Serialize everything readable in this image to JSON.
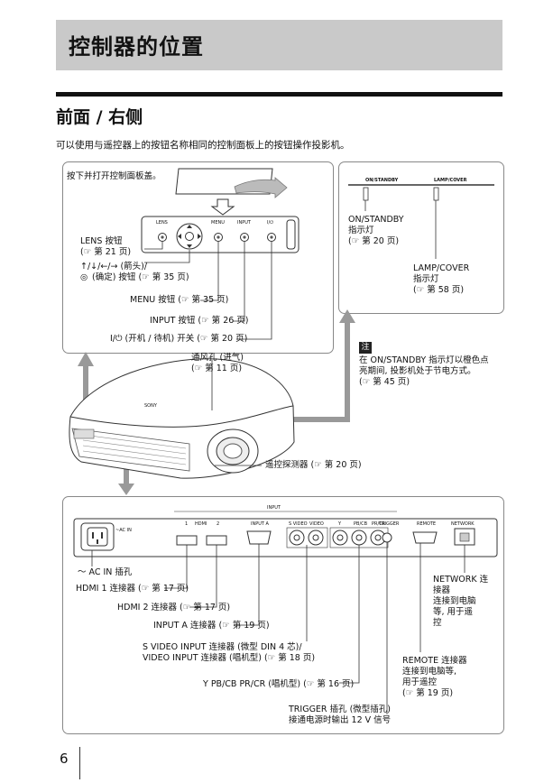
{
  "header": {
    "title": "控制器的位置"
  },
  "section": {
    "title": "前面 / 右侧"
  },
  "intro": "可以使用与遥控器上的按钮名称相同的控制面板上的按钮操作投影机。",
  "control_panel": {
    "caption": "按下并打开控制面板盖。",
    "btn_lens": "LENS",
    "btn_menu": "MENU",
    "btn_input": "INPUT",
    "btn_power": "I/⏻",
    "lens_label": "LENS 按钮",
    "lens_ref": "(☞ 第 21 页)",
    "arrows_label": "↑/↓/←/→ (箭头)/",
    "enter_label": "(确定) 按钮 (☞ 第 35 页)",
    "menu_label": "MENU 按钮 (☞ 第 35 页)",
    "input_label": "INPUT 按钮 (☞ 第 26 页)",
    "power_label": "I/⏻ (开机 / 待机) 开关 (☞ 第 20 页)"
  },
  "indicators": {
    "top_on": "ON/STANDBY",
    "top_lamp": "LAMP/COVER",
    "on_l1": "ON/STANDBY",
    "on_l2": "指示灯",
    "on_l3": "(☞ 第 20 页)",
    "lamp_l1": "LAMP/COVER",
    "lamp_l2": "指示灯",
    "lamp_l3": "(☞ 第 58 页)"
  },
  "note": {
    "badge": "注",
    "l1": "在 ON/STANDBY 指示灯以橙色点",
    "l2": "亮期间, 投影机处于节电方式。",
    "l3": "(☞ 第 45 页)"
  },
  "projector": {
    "vent_l1": "通风孔 (进气)",
    "vent_l2": "(☞ 第 11 页)",
    "brand": "SONY",
    "remote_sensor": "遥控探测器 (☞ 第 20 页)"
  },
  "rear": {
    "top_input": "INPUT",
    "ac_small": "~AC IN",
    "hdmi1_small": "1",
    "hdmi_small": "HDMI",
    "hdmi2_small": "2",
    "inputa_small": "INPUT A",
    "svideo_small": "S VIDEO",
    "video_small": "VIDEO",
    "y_small": "Y",
    "pb_small": "PB/CB",
    "pr_small": "PR/CR",
    "trigger_small": "TRIGGER",
    "remote_small": "REMOTE",
    "network_small": "NETWORK",
    "ac_label": "～ AC IN 插孔",
    "hdmi1_label": "HDMI 1 连接器 (☞ 第 17 页)",
    "hdmi2_label": "HDMI 2 连接器 (☞ 第 17 页)",
    "inputa_label": "INPUT A 连接器 (☞ 第 19 页)",
    "svideo_l1": "S VIDEO INPUT 连接器 (微型 DIN 4 芯)/",
    "svideo_l2": "VIDEO INPUT 连接器 (唱机型) (☞ 第 18 页)",
    "ypbpr_label": "Y PB/CB PR/CR (唱机型) (☞ 第 16 页)",
    "trigger_l1": "TRIGGER 插孔 (微型插孔)",
    "trigger_l2": "接通电源时输出 12 V 信号",
    "network_l1": "NETWORK 连",
    "network_l2": "接器",
    "network_l3": "连接到电脑",
    "network_l4": "等, 用于遥",
    "network_l5": "控",
    "remote_l1": "REMOTE 连接器",
    "remote_l2": "连接到电脑等,",
    "remote_l3": "用于遥控",
    "remote_l4": "(☞ 第 19 页)"
  },
  "page": {
    "number": "6"
  }
}
